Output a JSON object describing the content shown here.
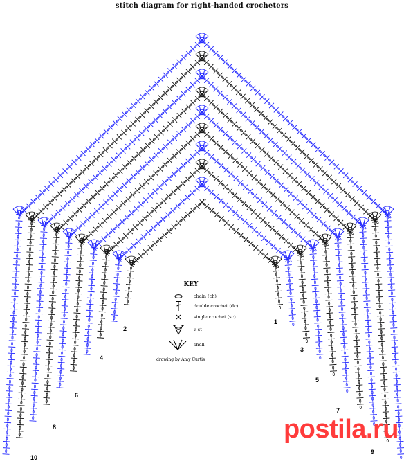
{
  "title": "stitch diagram for right-handed crocheters",
  "key": {
    "heading": "KEY",
    "items": [
      {
        "icon": "chain-icon",
        "label": "chain (ch)"
      },
      {
        "icon": "double-crochet-icon",
        "label": "double crochet (dc)"
      },
      {
        "icon": "single-crochet-icon",
        "label": "single crochet (sc)"
      },
      {
        "icon": "v-stitch-icon",
        "label": "v-st"
      },
      {
        "icon": "shell-icon",
        "label": "shell"
      }
    ]
  },
  "credit": "drawing by Amy Curtis",
  "row_labels": {
    "left": [
      "2",
      "4",
      "6",
      "8",
      "10"
    ],
    "right": [
      "1",
      "3",
      "5",
      "7",
      "9"
    ]
  },
  "watermark": "postila.ru",
  "colors": {
    "odd_rows": "#111111",
    "even_rows": "#1f24ff",
    "watermark": "#ff3b3b"
  }
}
